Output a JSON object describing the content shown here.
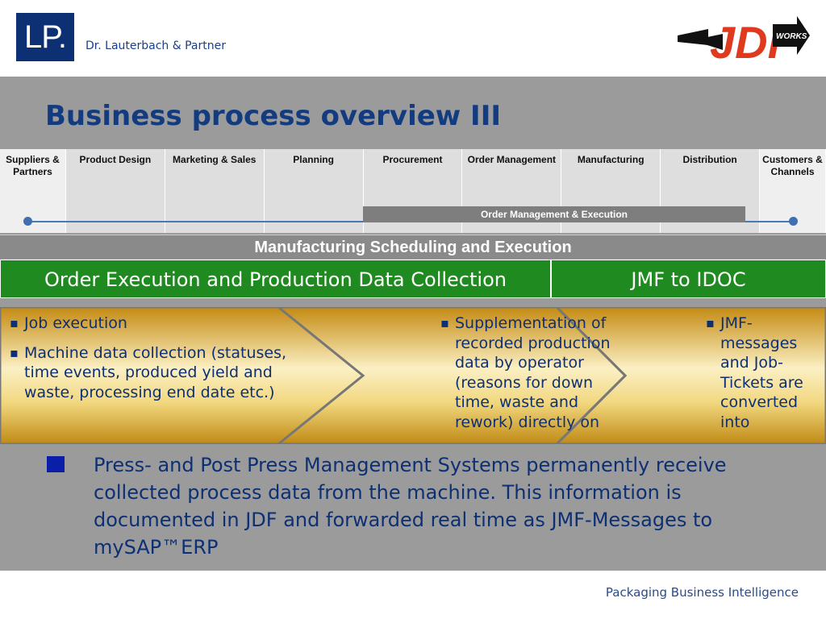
{
  "header": {
    "logo_text": "LP.",
    "company_name": "Dr. Lauterbach & Partner",
    "jdf_logo_text": "JDF",
    "jdf_logo_sub": "WORKS"
  },
  "slide": {
    "title": "Business process overview III"
  },
  "process_columns": [
    {
      "label": "Suppliers & Partners"
    },
    {
      "label": "Product Design"
    },
    {
      "label": "Marketing & Sales"
    },
    {
      "label": "Planning"
    },
    {
      "label": "Procurement"
    },
    {
      "label": "Order Management"
    },
    {
      "label": "Manufacturing"
    },
    {
      "label": "Distribution"
    },
    {
      "label": "Customers & Channels"
    }
  ],
  "order_management_bar": "Order Management & Execution",
  "scheduling_bar": "Manufacturing Scheduling and Execution",
  "green_bars": {
    "left": "Order Execution and Production Data Collection",
    "right": "JMF to IDOC"
  },
  "chevrons": [
    {
      "items": [
        "Job execution",
        "Machine data collection (statuses, time events, produced yield and waste, processing end date etc.)"
      ]
    },
    {
      "items": [
        "Supplementation of recorded production data by operator (reasons for down time, waste and rework) directly on the machine control station"
      ]
    },
    {
      "items": [
        "JMF-messages and Job-Tickets are converted into appropriate IDOCS and imported for further processing"
      ]
    }
  ],
  "note": "Press- and Post Press Management Systems permanently receive collected process data from the machine. This information is documented in JDF and forwarded real time as JMF-Messages to mySAP™ERP",
  "footer": "Packaging Business Intelligence",
  "colors": {
    "brand_blue": "#0d2f73",
    "green": "#1f8a1f",
    "gold": "#d9a628",
    "jdf_red": "#e03a1e"
  }
}
